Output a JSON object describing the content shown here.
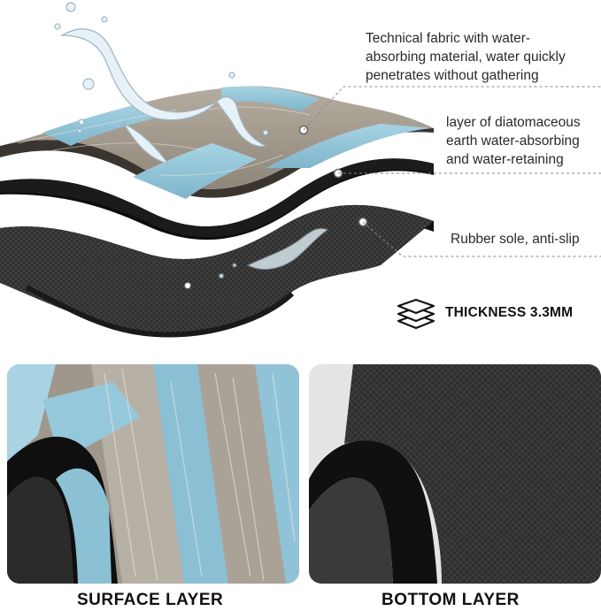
{
  "callouts": {
    "fabric": [
      "Technical fabric with water-",
      "absorbing material, water quickly",
      "penetrates without gathering"
    ],
    "diatom": [
      "layer of diatomaceous",
      "earth water-absorbing",
      "and water-retaining"
    ],
    "rubber": [
      "Rubber sole, anti-slip"
    ]
  },
  "thickness": {
    "label": "THICKNESS 3.3MM",
    "icon": "layers-icon"
  },
  "panels": {
    "surface_label": "SURFACE LAYER",
    "bottom_label": "BOTTOM LAYER"
  },
  "colors": {
    "wood_blue": "#8fc3d8",
    "wood_gray": "#a39a8e",
    "black_layer": "#151515",
    "rubber_gray": "#3a3a3a"
  }
}
